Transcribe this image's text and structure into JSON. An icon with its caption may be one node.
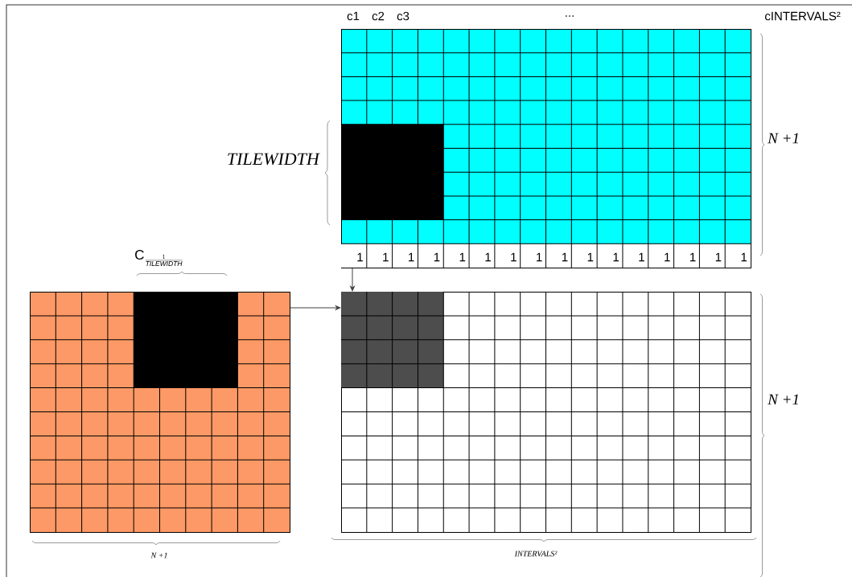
{
  "diagram": {
    "nodes": [
      {
        "text": [],
        "shape": "grid"
      },
      {
        "text": [],
        "shape": "grid"
      },
      {
        "text": [],
        "shape": "grid"
      }
    ],
    "edges": [
      {
        "from": 1,
        "to": 2,
        "arrow": "to"
      },
      {
        "from": 0,
        "to": 2,
        "arrow": "to"
      }
    ],
    "labels": [
      "c1",
      "c2",
      "c3",
      "...",
      "cINTERVALS²",
      "N +1",
      "TILEWIDTH",
      "1",
      "1",
      "1",
      "1",
      "1",
      "1",
      "1",
      "1",
      "1",
      "1",
      "1",
      "1",
      "1",
      "1",
      "1",
      "1",
      "\\mathrm{C}_{\\frac{1}{\\mathit{TILEWIDTH}}}",
      "N +1",
      "N +1",
      "INTERVALS²"
    ]
  }
}
